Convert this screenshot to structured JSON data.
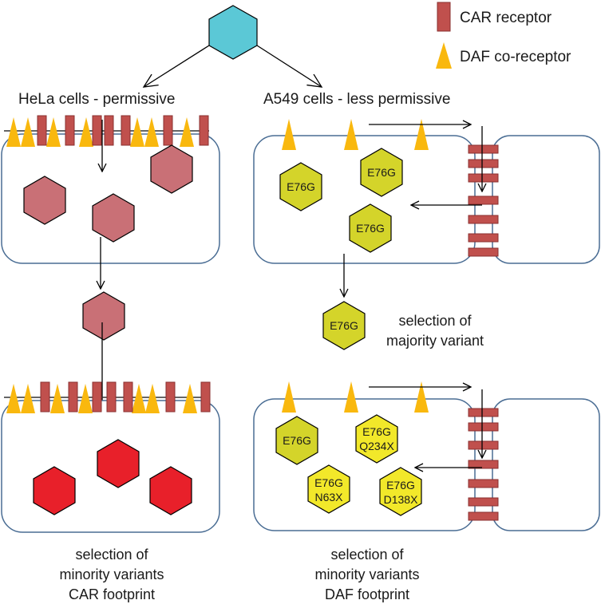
{
  "legend": {
    "car": "CAR receptor",
    "daf": "DAF co-receptor"
  },
  "left_panel": {
    "title": "HeLa cells - permissive",
    "caption": [
      "selection of",
      "minority variants",
      "CAR footprint"
    ]
  },
  "right_panel": {
    "title": "A549 cells - less permissive",
    "middle_label": [
      "selection of",
      "majority variant"
    ],
    "caption": [
      "selection of",
      "minority variants",
      "DAF footprint"
    ]
  },
  "virus_labels": {
    "e76g": "E76G",
    "q234x": [
      "E76G",
      "Q234X"
    ],
    "n63x": [
      "E76G",
      "N63X"
    ],
    "d138x": [
      "E76G",
      "D138X"
    ]
  },
  "colors": {
    "start_virus": "#5bc8d6",
    "hela_virus": "#c97076",
    "hela_virus_variant": "#e8202a",
    "a549_virus": "#d4d42a",
    "a549_variant": "#f2e82a",
    "car_receptor": "#c0504d",
    "daf": "#f9b80e",
    "cell_border": "#4a6d94"
  }
}
